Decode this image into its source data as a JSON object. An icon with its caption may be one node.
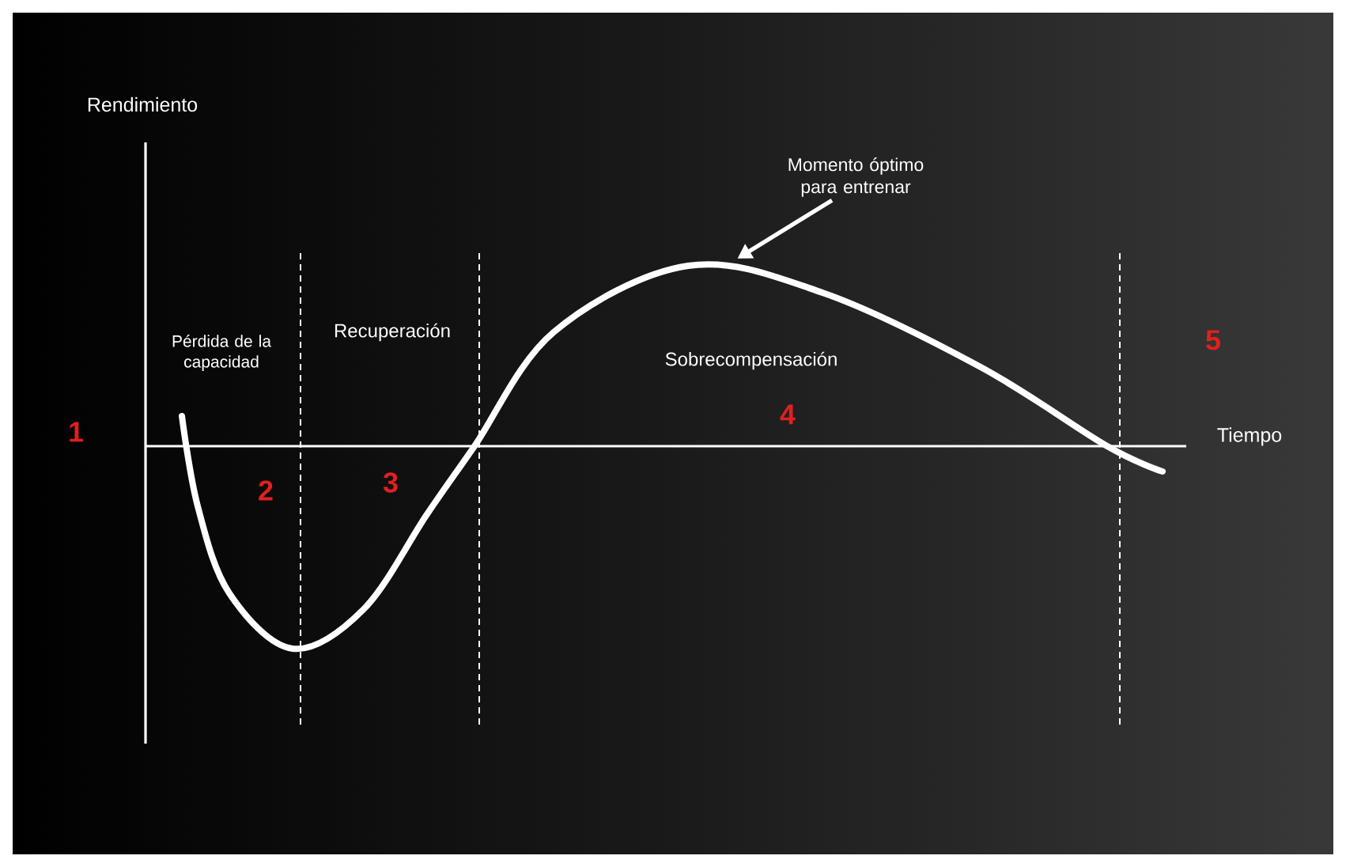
{
  "diagram": {
    "nodes": [
      {
        "text": [
          "Momento óptimo para entrenar"
        ]
      },
      {
        "text": [],
        "shape": "curve"
      }
    ],
    "edges": [
      {
        "from": 0,
        "to": 1,
        "arrow": "to"
      }
    ],
    "labels": [
      "Rendimiento",
      "Tiempo",
      "Pérdida de la capacidad",
      "Recuperación",
      "Sobrecompensación",
      "1",
      "2",
      "3",
      "4",
      "5"
    ]
  }
}
